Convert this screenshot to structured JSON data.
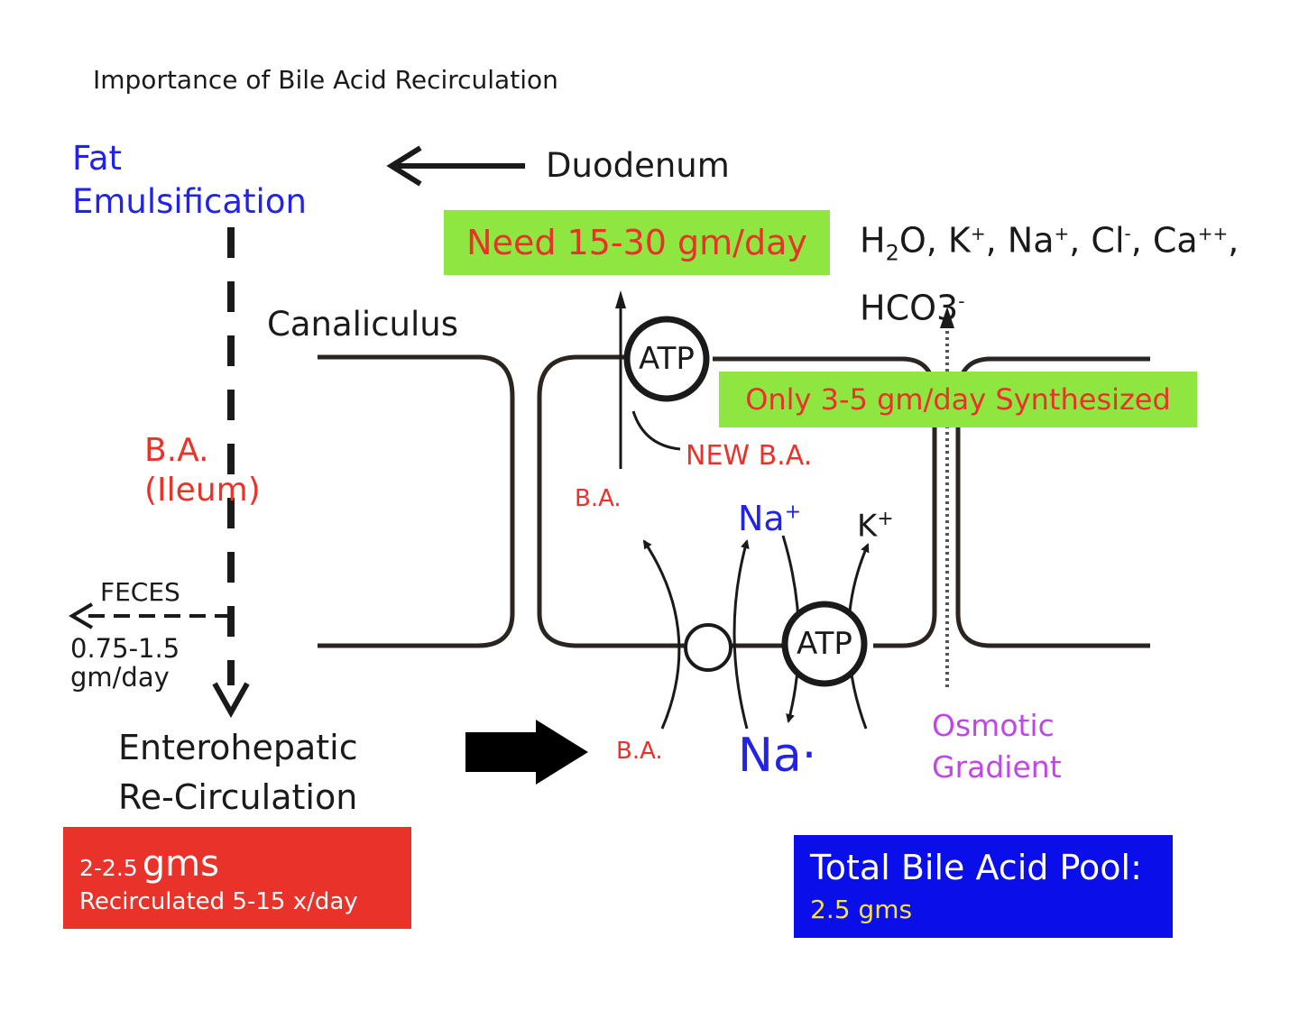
{
  "title": "Importance of Bile Acid Recirculation",
  "labels": {
    "fat_line1": "Fat",
    "fat_line2": "Emulsification",
    "duodenum": "Duodenum",
    "canaliculus": "Canaliculus",
    "ions_line1_a": "H",
    "ions_line1_sub": "2",
    "ions_line1_b": "O, K",
    "ions_line1_sup1": "+",
    "ions_line1_c": ", Na",
    "ions_line1_sup2": "+",
    "ions_line1_d": ", Cl",
    "ions_line1_sup3": "-",
    "ions_line1_e": ", Ca",
    "ions_line1_sup4": "++",
    "ions_line1_f": ",",
    "ions_line2": "HCO3",
    "ions_line2_sup": "-",
    "ba_ileum_line1": "B.A.",
    "ba_ileum_line2": "(Ileum)",
    "feces": "FECES",
    "feces_amount_line1": "0.75-1.5",
    "feces_amount_line2": "gm/day",
    "entero_line1": "Enterohepatic",
    "entero_line2": "Re-Circulation",
    "ba_top": "B.A.",
    "new_ba": "NEW B.A.",
    "ba_bottom": "B.A.",
    "na_top": "Na",
    "na_top_sup": "+",
    "k_top": "K",
    "k_top_sup": "+",
    "na_bottom": "Na·",
    "osmotic_line1": "Osmotic",
    "osmotic_line2": "Gradient",
    "atp_top": "ATP",
    "atp_bottom": "ATP"
  },
  "boxes": {
    "need": "Need 15-30 gm/day",
    "only": "Only 3-5 gm/day Synthesized",
    "recirc_small": "2-2.5",
    "recirc_big": "gms",
    "recirc_line2": "Recirculated 5-15 x/day",
    "pool_line1": "Total Bile Acid Pool:",
    "pool_line2": "2.5 gms"
  },
  "colors": {
    "red": "#e8322a",
    "blue": "#2323e8",
    "green_box": "#8fe640",
    "blue_box": "#0a0ee8",
    "purple": "#c245e8",
    "yellow": "#f4e24a"
  }
}
